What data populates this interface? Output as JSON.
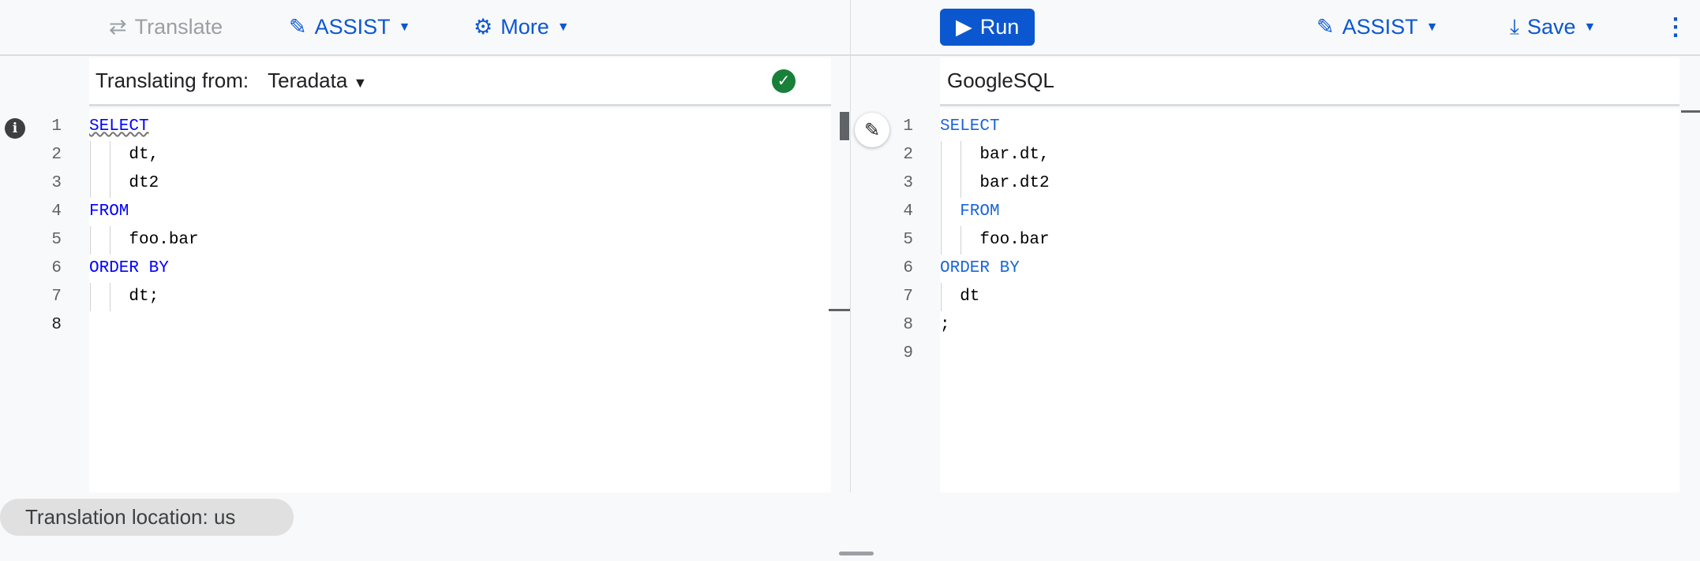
{
  "left_toolbar": {
    "translate": "Translate",
    "assist": "ASSIST",
    "more": "More"
  },
  "right_toolbar": {
    "run": "Run",
    "assist": "ASSIST",
    "save": "Save"
  },
  "source": {
    "label": "Translating from:",
    "dialect": "Teradata",
    "status": "valid",
    "lines": [
      {
        "n": "1",
        "text": "SELECT",
        "kw": true
      },
      {
        "n": "2",
        "text": "    dt,"
      },
      {
        "n": "3",
        "text": "    dt2"
      },
      {
        "n": "4",
        "text": "FROM",
        "kw": true
      },
      {
        "n": "5",
        "text": "    foo.bar"
      },
      {
        "n": "6",
        "text": "ORDER BY",
        "kw": true
      },
      {
        "n": "7",
        "text": "    dt;"
      },
      {
        "n": "8",
        "text": ""
      }
    ]
  },
  "target": {
    "dialect": "GoogleSQL",
    "lines": [
      {
        "n": "1",
        "text": "SELECT",
        "kw": true
      },
      {
        "n": "2",
        "text": "    bar.dt,"
      },
      {
        "n": "3",
        "text": "    bar.dt2"
      },
      {
        "n": "4",
        "text": "  FROM",
        "kw": true
      },
      {
        "n": "5",
        "text": "    foo.bar"
      },
      {
        "n": "6",
        "text": "ORDER BY",
        "kw": true
      },
      {
        "n": "7",
        "text": "  dt"
      },
      {
        "n": "8",
        "text": ";"
      },
      {
        "n": "9",
        "text": ""
      }
    ]
  },
  "footer": {
    "location": "Translation location: us"
  },
  "colors": {
    "accent": "#0b57d0",
    "success": "#188038"
  }
}
